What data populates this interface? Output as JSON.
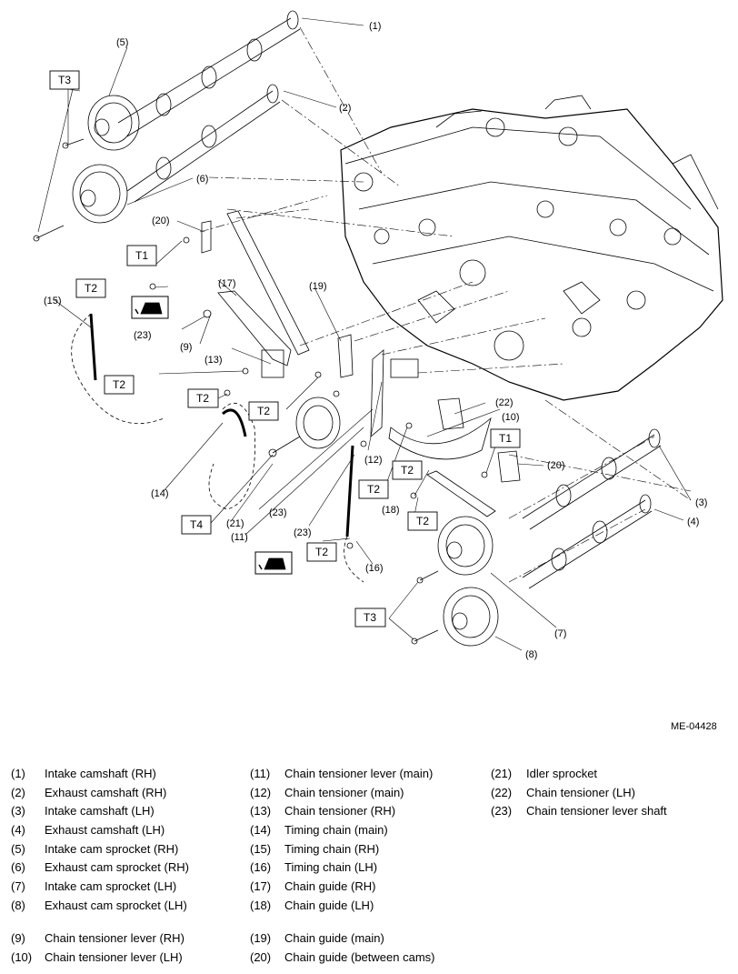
{
  "diagram": {
    "reference_id": "ME-04428",
    "callouts": [
      "(1)",
      "(2)",
      "(3)",
      "(4)",
      "(5)",
      "(6)",
      "(7)",
      "(8)",
      "(9)",
      "(10)",
      "(11)",
      "(12)",
      "(13)",
      "(14)",
      "(15)",
      "(16)",
      "(17)",
      "(18)",
      "(19)",
      "(20)",
      "(20)",
      "(21)",
      "(22)",
      "(23)",
      "(23)",
      "(23)"
    ],
    "torque_labels": {
      "t1": "T1",
      "t2": "T2",
      "t3": "T3",
      "t4": "T4"
    }
  },
  "legend": {
    "col1": [
      {
        "num": "(1)",
        "text": "Intake camshaft (RH)"
      },
      {
        "num": "(2)",
        "text": "Exhaust camshaft (RH)"
      },
      {
        "num": "(3)",
        "text": "Intake camshaft (LH)"
      },
      {
        "num": "(4)",
        "text": "Exhaust camshaft (LH)"
      },
      {
        "num": "(5)",
        "text": "Intake cam sprocket (RH)"
      },
      {
        "num": "(6)",
        "text": "Exhaust cam sprocket (RH)"
      },
      {
        "num": "(7)",
        "text": "Intake cam sprocket (LH)"
      },
      {
        "num": "(8)",
        "text": "Exhaust cam sprocket (LH)"
      },
      {
        "num": "(9)",
        "text": "Chain tensioner lever (RH)"
      },
      {
        "num": "(10)",
        "text": "Chain tensioner lever (LH)"
      }
    ],
    "col2": [
      {
        "num": "(11)",
        "text": "Chain tensioner lever (main)"
      },
      {
        "num": "(12)",
        "text": "Chain tensioner (main)"
      },
      {
        "num": "(13)",
        "text": "Chain tensioner (RH)"
      },
      {
        "num": "(14)",
        "text": "Timing chain (main)"
      },
      {
        "num": "(15)",
        "text": "Timing chain (RH)"
      },
      {
        "num": "(16)",
        "text": "Timing chain (LH)"
      },
      {
        "num": "(17)",
        "text": "Chain guide (RH)"
      },
      {
        "num": "(18)",
        "text": "Chain guide (LH)"
      },
      {
        "num": "(19)",
        "text": "Chain guide (main)"
      },
      {
        "num": "(20)",
        "text": "Chain guide (between cams)"
      }
    ],
    "col3": [
      {
        "num": "(21)",
        "text": "Idler sprocket"
      },
      {
        "num": "(22)",
        "text": "Chain tensioner (LH)"
      },
      {
        "num": "(23)",
        "text": "Chain tensioner lever shaft"
      }
    ]
  }
}
